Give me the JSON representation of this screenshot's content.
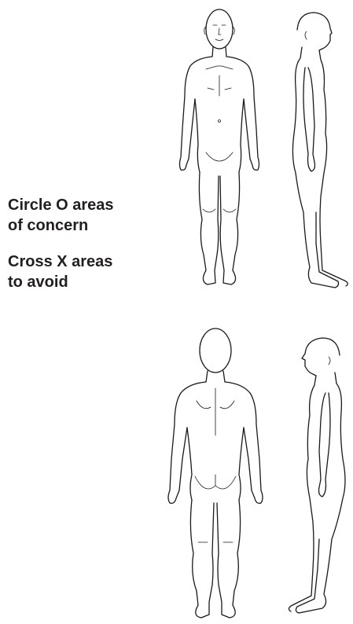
{
  "instructions": {
    "circle_line1": "Circle O areas",
    "circle_line2": "of concern",
    "cross_line1": "Cross X areas",
    "cross_line2": "to avoid"
  },
  "icons": {
    "front": "body-front-view-icon",
    "side_right": "body-side-view-right-icon",
    "back": "body-back-view-icon",
    "side_left": "body-side-view-left-icon"
  },
  "colors": {
    "text": "#231f20",
    "line": "#1a1a1a",
    "background": "#ffffff"
  }
}
